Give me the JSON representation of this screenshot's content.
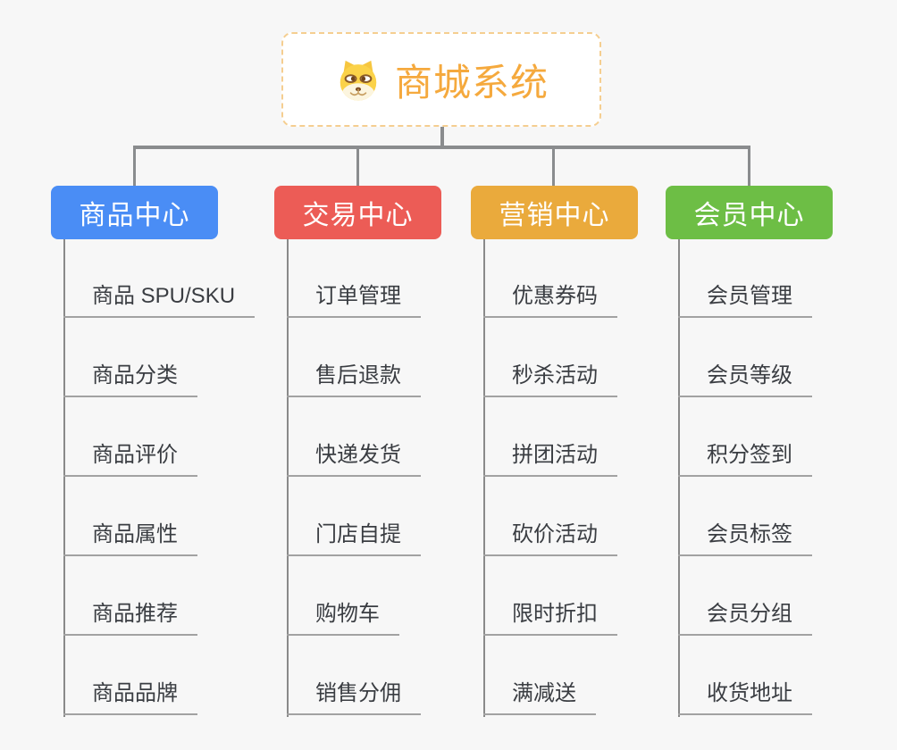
{
  "root": {
    "title": "商城系统",
    "icon": "doge-icon"
  },
  "branches": [
    {
      "label": "商品中心",
      "color": "#4A8DF5",
      "children": [
        "商品 SPU/SKU",
        "商品分类",
        "商品评价",
        "商品属性",
        "商品推荐",
        "商品品牌"
      ]
    },
    {
      "label": "交易中心",
      "color": "#EC5C56",
      "children": [
        "订单管理",
        "售后退款",
        "快递发货",
        "门店自提",
        "购物车",
        "销售分佣"
      ]
    },
    {
      "label": "营销中心",
      "color": "#EAAA3C",
      "children": [
        "优惠券码",
        "秒杀活动",
        "拼团活动",
        "砍价活动",
        "限时折扣",
        "满减送"
      ]
    },
    {
      "label": "会员中心",
      "color": "#6DBE45",
      "children": [
        "会员管理",
        "会员等级",
        "积分签到",
        "会员标签",
        "会员分组",
        "收货地址"
      ]
    }
  ],
  "colors": {
    "background": "#F7F7F7",
    "connector": "#8A8C8E",
    "underline": "#A2A2A2",
    "root_text": "#F5A93D",
    "root_border": "#F5CE90",
    "child_text": "#3A3D42"
  }
}
